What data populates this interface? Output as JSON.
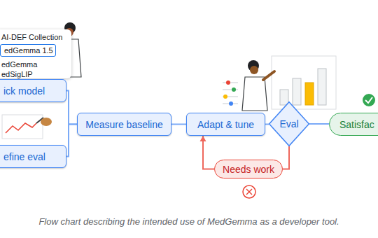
{
  "diagram": {
    "caption": "Flow chart describing the intended use of MedGemma as a developer tool.",
    "nodes": [
      {
        "text": [
          "AI-DEF Collection",
          "edGemma",
          "edSigLIP"
        ]
      },
      {
        "text": [
          "edGemma 1.5"
        ],
        "in": 0
      },
      {
        "text": [
          "ick model"
        ]
      },
      {
        "text": [
          "efine eval"
        ]
      },
      {
        "text": [
          "Measure baseline"
        ]
      },
      {
        "text": [
          "Adapt & tune"
        ]
      },
      {
        "text": [
          "Eval"
        ]
      },
      {
        "text": [
          "Satisfac"
        ]
      },
      {
        "text": [
          "Needs work"
        ]
      }
    ],
    "edges": [
      {
        "from": 2,
        "to": 4,
        "arrow": "none"
      },
      {
        "from": 3,
        "to": 4,
        "arrow": "none"
      },
      {
        "from": 4,
        "to": 5,
        "arrow": "none"
      },
      {
        "from": 5,
        "to": 6,
        "arrow": "none"
      },
      {
        "from": 6,
        "to": 7,
        "arrow": "none"
      },
      {
        "from": 6,
        "to": 8,
        "arrow": "none"
      },
      {
        "from": 8,
        "to": 5,
        "arrow": "to"
      }
    ]
  }
}
